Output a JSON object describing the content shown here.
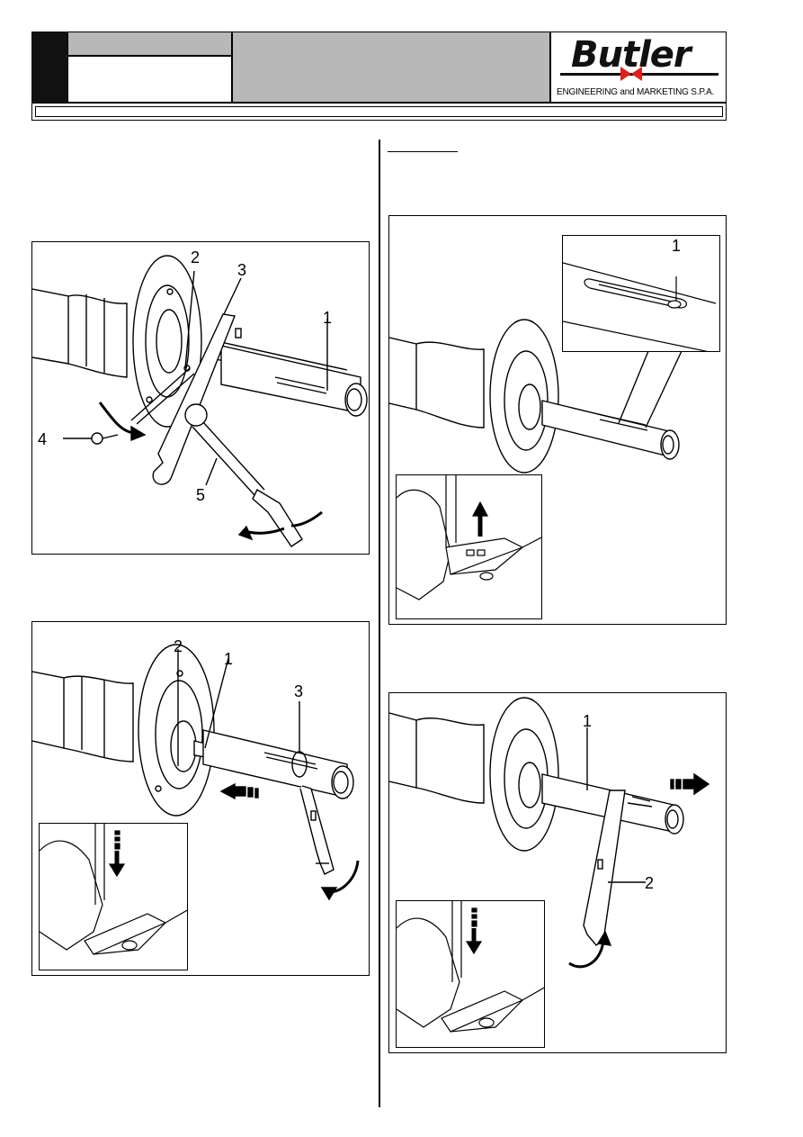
{
  "header": {
    "brand": "Butler",
    "brand_sub": "ENGINEERING and MARKETING S.P.A."
  },
  "figures": {
    "fig_a": {
      "callouts": [
        "1",
        "2",
        "3",
        "4",
        "5"
      ]
    },
    "fig_b": {
      "callouts": [
        "1",
        "2",
        "3"
      ]
    },
    "fig_c": {
      "callouts": [
        "1"
      ]
    },
    "fig_d": {
      "callouts": [
        "1",
        "2"
      ]
    }
  },
  "colors": {
    "header_grey": "#b8b8b8",
    "logo_red": "#e0211b"
  }
}
